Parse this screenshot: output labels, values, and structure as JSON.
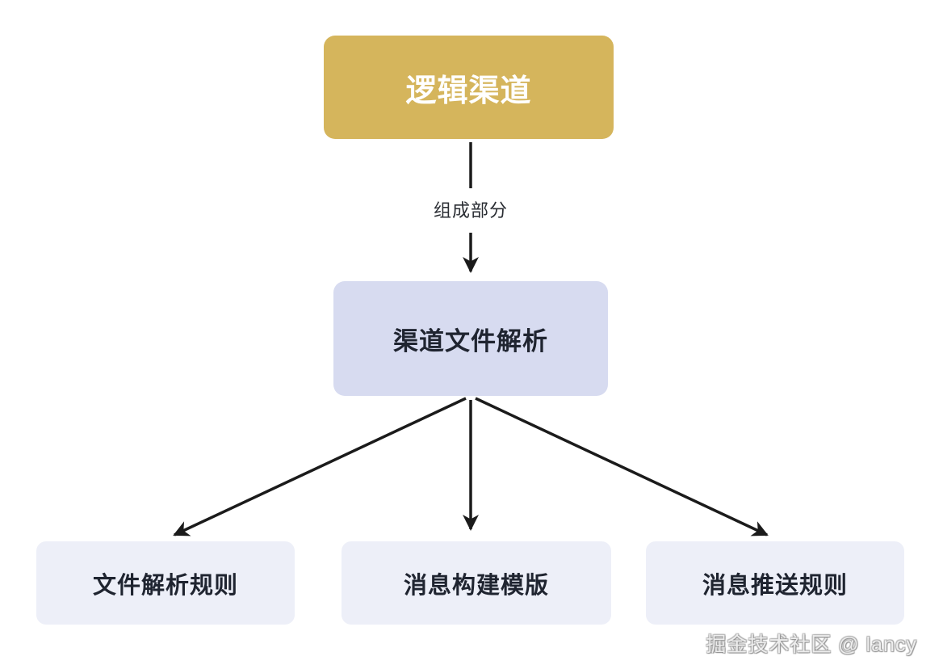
{
  "diagram": {
    "nodes": {
      "root": {
        "label": "逻辑渠道"
      },
      "mid": {
        "label": "渠道文件解析"
      },
      "child1": {
        "label": "文件解析规则"
      },
      "child2": {
        "label": "消息构建模版"
      },
      "child3": {
        "label": "消息推送规则"
      }
    },
    "edge_label": "组成部分",
    "colors": {
      "root_bg": "#d5b55c",
      "root_text": "#ffffff",
      "mid_bg": "#d7dbf0",
      "child_bg": "#edeff8",
      "node_text": "#1f2430",
      "arrow": "#1b1b1b"
    }
  },
  "watermark": "掘金技术社区 @ lancy"
}
